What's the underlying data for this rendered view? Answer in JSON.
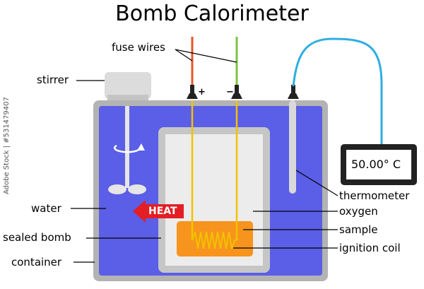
{
  "title": "Bomb Calorimeter",
  "labels": {
    "stirrer": "stirrer",
    "fuse_wires": "fuse wires",
    "water": "water",
    "sealed_bomb": "sealed bomb",
    "container": "container",
    "thermometer": "thermometer",
    "oxygen": "oxygen",
    "sample": "sample",
    "ignition_coil": "ignition coil"
  },
  "terminals": {
    "positive": "+",
    "negative": "−"
  },
  "heat_label": "HEAT",
  "display_reading": "50.00° C",
  "watermark": "Adobe Stock | #531479407",
  "colors": {
    "water": "#5b5ee6",
    "container_rim": "#b3b3b3",
    "bomb_wall": "#c6c6c6",
    "bomb_interior": "#ececec",
    "sample": "#f7941d",
    "ignition_coil": "#f2c200",
    "fuse_positive": "#e8542a",
    "fuse_negative": "#7dc242",
    "thermometer_cable": "#2eaee0",
    "heat_arrow": "#e31e24"
  }
}
